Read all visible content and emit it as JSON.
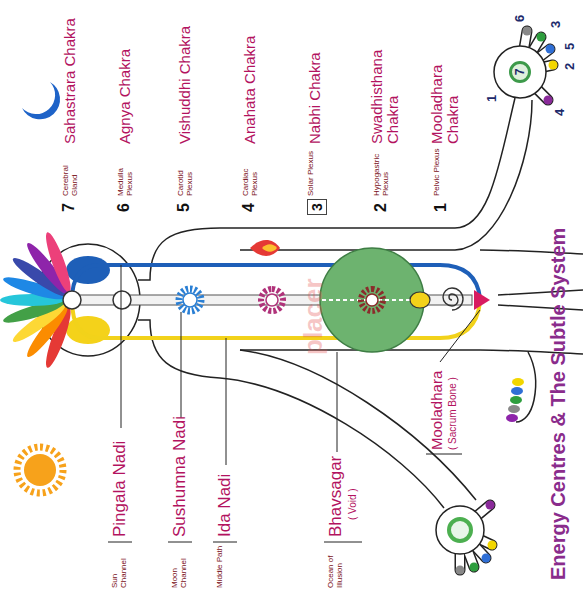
{
  "diagram": {
    "title": "Energy Centres & The Subtle System",
    "nodes": [
      {
        "text": [
          "3"
        ]
      },
      {
        "text": [
          "7"
        ]
      }
    ],
    "labels": [
      "7",
      "Cerebral Gland",
      "Sahastrara Chakra",
      "6",
      "Medulla Plexus",
      "Agnya Chakra",
      "5",
      "Carotid Plexus",
      "Vishuddhi Chakra",
      "4",
      "Cardiac Plexus",
      "Anahata Chakra",
      "Solar Plexus",
      "Nabhi Chakra",
      "2",
      "Hypogastric Plexus",
      "Swadhisthana Chakra",
      "1",
      "Pelvic Plexus",
      "Mooladhara Chakra",
      "2",
      "5",
      "3",
      "1",
      "6",
      "4",
      "Sun Channel",
      "Pingala Nadi",
      "Moon Channel",
      "Sushumna Nadi",
      "Middle Path",
      "Ida Nadi",
      "Ocean of Illusion",
      "Bhavsagar",
      "( Void )",
      "Mooladhara",
      "( Sacrum Bone )",
      "placer"
    ]
  }
}
